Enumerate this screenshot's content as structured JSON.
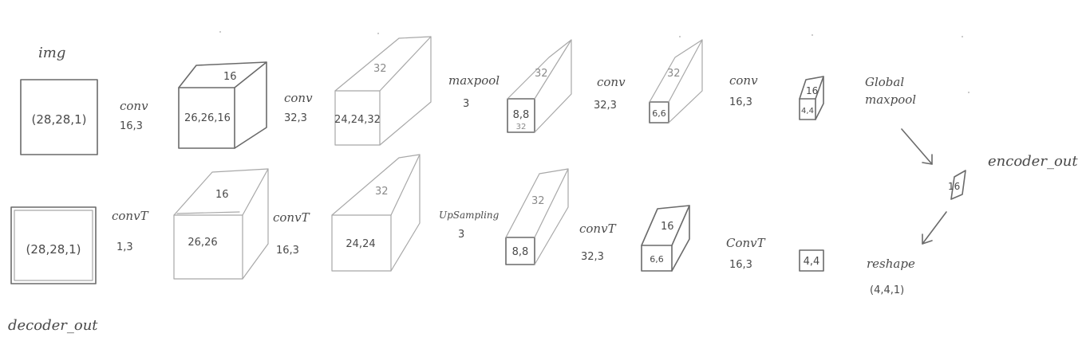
{
  "labels": {
    "input_label": "img",
    "input_shape": "(28,28,1)",
    "enc_conv1_op": "conv",
    "enc_conv1_params": "16,3",
    "enc_cube1_depth": "16",
    "enc_cube1_shape": "26,26,16",
    "enc_conv2_op": "conv",
    "enc_conv2_params": "32,3",
    "enc_cube2_depth": "32",
    "enc_cube2_shape": "24,24,32",
    "enc_pool_op": "maxpool",
    "enc_pool_params": "3",
    "enc_cube3_depth": "32",
    "enc_cube3_shape": "8,8",
    "enc_cube3_sub": "32",
    "enc_conv3_op": "conv",
    "enc_conv3_params": "32,3",
    "enc_cube4_depth": "32",
    "enc_cube4_shape": "6,6",
    "enc_conv4_op": "conv",
    "enc_conv4_params": "16,3",
    "enc_cube5_depth": "16",
    "enc_cube5_shape": "4,4",
    "global_pool_op_line1": "Global",
    "global_pool_op_line2": "maxpool",
    "encoder_vector": "16",
    "encoder_out_label": "encoder_out",
    "reshape_op": "reshape",
    "reshape_params": "(4,4,1)",
    "dec_cube5_shape": "4,4",
    "dec_convT4_op": "ConvT",
    "dec_convT4_params": "16,3",
    "dec_cube4_depth": "16",
    "dec_cube4_shape": "6,6",
    "dec_convT3_op": "convT",
    "dec_convT3_params": "32,3",
    "dec_cube3_depth": "32",
    "dec_cube3_shape": "8,8",
    "dec_up_op": "UpSampling",
    "dec_up_params": "3",
    "dec_cube2_depth": "32",
    "dec_cube2_shape": "24,24",
    "dec_convT2_op": "convT",
    "dec_convT2_params": "16,3",
    "dec_cube1_depth": "16",
    "dec_cube1_shape": "26,26",
    "dec_convT1_op": "convT",
    "dec_convT1_params": "1,3",
    "output_shape": "(28,28,1)",
    "decoder_out_label": "decoder_out"
  },
  "colors": {
    "ink": "#6a6a6a",
    "faint_ink": "#a8a8a8",
    "text": "#4a4a4a"
  }
}
